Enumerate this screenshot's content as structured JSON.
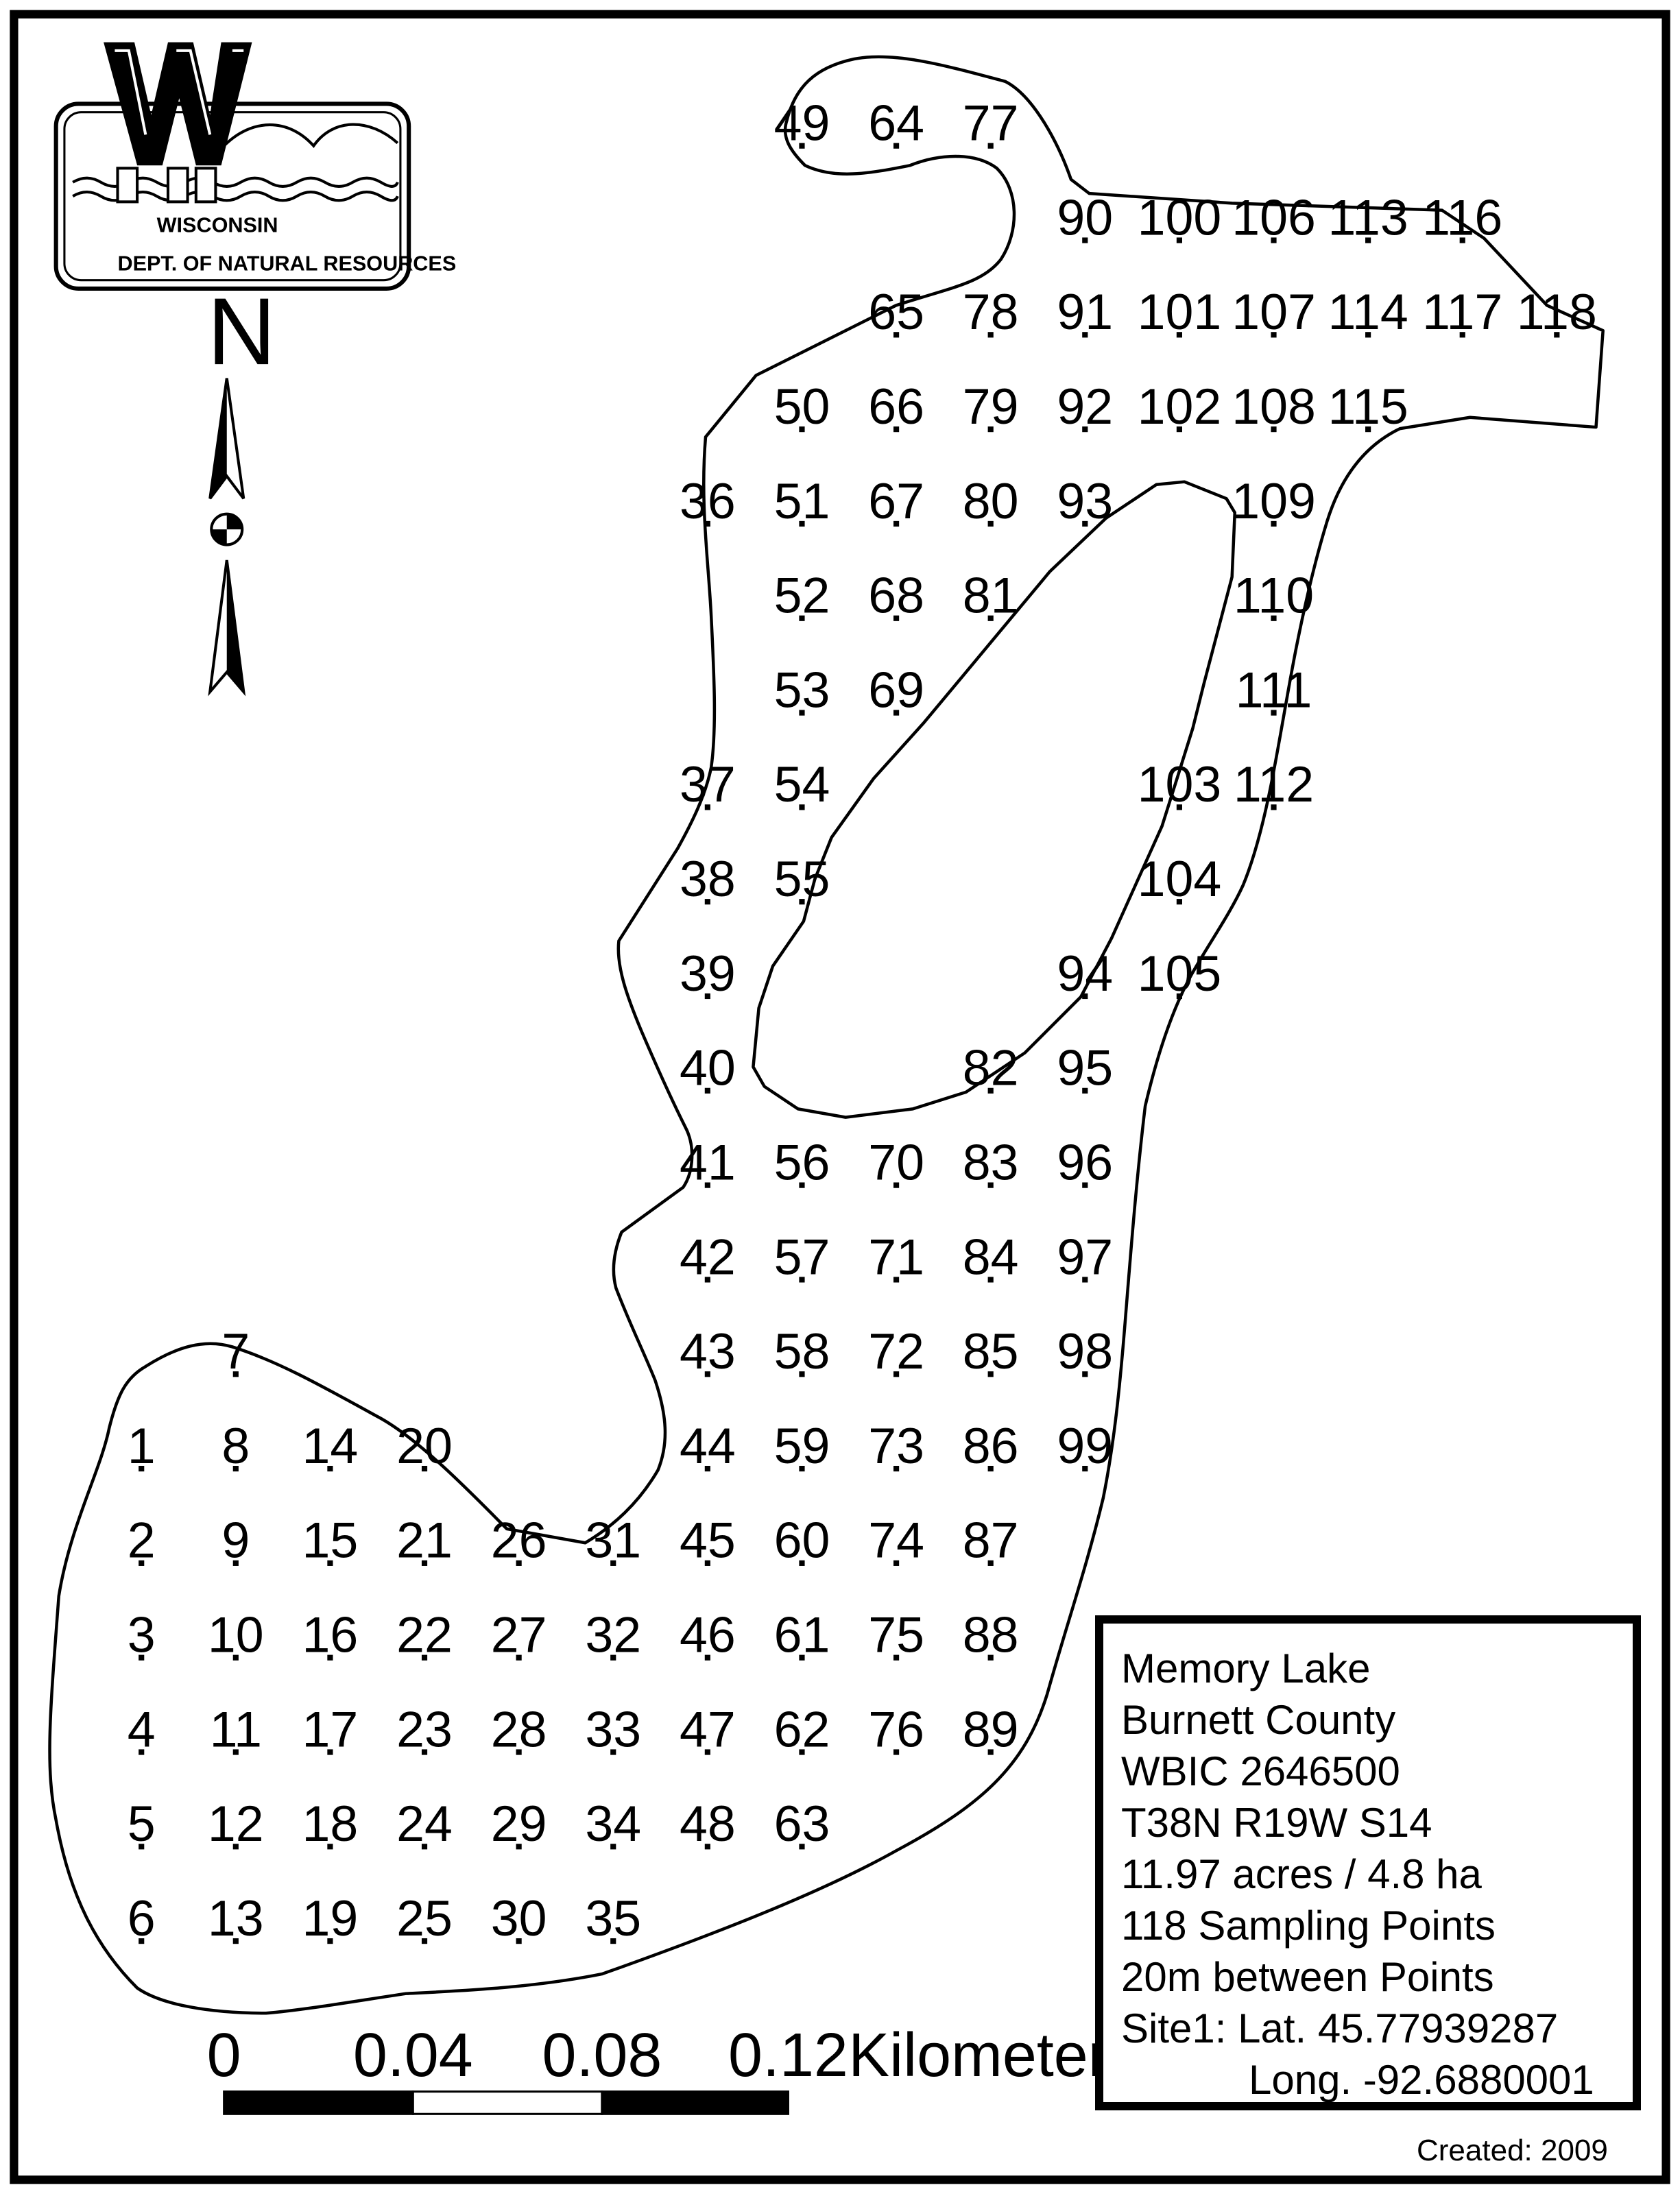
{
  "logo": {
    "line1": "WISCONSIN",
    "line2": "DEPT. OF NATURAL RESOURCES",
    "monogram": "W"
  },
  "north_arrow": {
    "label": "N",
    "icon": "north-arrow-icon"
  },
  "scale_bar": {
    "ticks": [
      "0",
      "0.04",
      "0.08",
      "0.12"
    ],
    "unit": "Kilometers"
  },
  "info": {
    "lake": "Memory Lake",
    "county": "Burnett County",
    "wbic": "WBIC 2646500",
    "location": "T38N R19W S14",
    "area": "11.97 acres / 4.8 ha",
    "points": "118 Sampling Points",
    "spacing": "20m between Points",
    "site_lat": "Site1: Lat. 45.77939287",
    "site_long": "Long. -92.6880001"
  },
  "created": "Created: 2009",
  "colors": {
    "ink": "#000000",
    "background": "#ffffff"
  },
  "sampling_points": {
    "columns": [
      {
        "col": 0,
        "points": [
          {
            "n": "1",
            "row": 14
          },
          {
            "n": "2",
            "row": 15
          },
          {
            "n": "3",
            "row": 16
          },
          {
            "n": "4",
            "row": 17
          },
          {
            "n": "5",
            "row": 18
          },
          {
            "n": "6",
            "row": 19
          }
        ]
      },
      {
        "col": 1,
        "points": [
          {
            "n": "7",
            "row": 13
          },
          {
            "n": "8",
            "row": 14
          },
          {
            "n": "9",
            "row": 15
          },
          {
            "n": "10",
            "row": 16
          },
          {
            "n": "11",
            "row": 17
          },
          {
            "n": "12",
            "row": 18
          },
          {
            "n": "13",
            "row": 19
          }
        ]
      },
      {
        "col": 2,
        "points": [
          {
            "n": "14",
            "row": 14
          },
          {
            "n": "15",
            "row": 15
          },
          {
            "n": "16",
            "row": 16
          },
          {
            "n": "17",
            "row": 17
          },
          {
            "n": "18",
            "row": 18
          },
          {
            "n": "19",
            "row": 19
          }
        ]
      },
      {
        "col": 3,
        "points": [
          {
            "n": "20",
            "row": 14
          },
          {
            "n": "21",
            "row": 15
          },
          {
            "n": "22",
            "row": 16
          },
          {
            "n": "23",
            "row": 17
          },
          {
            "n": "24",
            "row": 18
          },
          {
            "n": "25",
            "row": 19
          }
        ]
      },
      {
        "col": 4,
        "points": [
          {
            "n": "26",
            "row": 15
          },
          {
            "n": "27",
            "row": 16
          },
          {
            "n": "28",
            "row": 17
          },
          {
            "n": "29",
            "row": 18
          },
          {
            "n": "30",
            "row": 19
          }
        ]
      },
      {
        "col": 5,
        "points": [
          {
            "n": "31",
            "row": 15
          },
          {
            "n": "32",
            "row": 16
          },
          {
            "n": "33",
            "row": 17
          },
          {
            "n": "34",
            "row": 18
          },
          {
            "n": "35",
            "row": 19
          }
        ]
      },
      {
        "col": 6,
        "points": [
          {
            "n": "36",
            "row": 4
          },
          {
            "n": "37",
            "row": 7
          },
          {
            "n": "38",
            "row": 8
          },
          {
            "n": "39",
            "row": 9
          },
          {
            "n": "40",
            "row": 10
          },
          {
            "n": "41",
            "row": 11
          },
          {
            "n": "42",
            "row": 12
          },
          {
            "n": "43",
            "row": 13
          },
          {
            "n": "44",
            "row": 14
          },
          {
            "n": "45",
            "row": 15
          },
          {
            "n": "46",
            "row": 16
          },
          {
            "n": "47",
            "row": 17
          },
          {
            "n": "48",
            "row": 18
          }
        ]
      },
      {
        "col": 7,
        "points": [
          {
            "n": "49",
            "row": 0
          },
          {
            "n": "50",
            "row": 3
          },
          {
            "n": "51",
            "row": 4
          },
          {
            "n": "52",
            "row": 5
          },
          {
            "n": "53",
            "row": 6
          },
          {
            "n": "54",
            "row": 7
          },
          {
            "n": "55",
            "row": 8
          },
          {
            "n": "56",
            "row": 11
          },
          {
            "n": "57",
            "row": 12
          },
          {
            "n": "58",
            "row": 13
          },
          {
            "n": "59",
            "row": 14
          },
          {
            "n": "60",
            "row": 15
          },
          {
            "n": "61",
            "row": 16
          },
          {
            "n": "62",
            "row": 17
          },
          {
            "n": "63",
            "row": 18
          }
        ]
      },
      {
        "col": 8,
        "points": [
          {
            "n": "64",
            "row": 0
          },
          {
            "n": "65",
            "row": 2
          },
          {
            "n": "66",
            "row": 3
          },
          {
            "n": "67",
            "row": 4
          },
          {
            "n": "68",
            "row": 5
          },
          {
            "n": "69",
            "row": 6
          },
          {
            "n": "70",
            "row": 11
          },
          {
            "n": "71",
            "row": 12
          },
          {
            "n": "72",
            "row": 13
          },
          {
            "n": "73",
            "row": 14
          },
          {
            "n": "74",
            "row": 15
          },
          {
            "n": "75",
            "row": 16
          },
          {
            "n": "76",
            "row": 17
          }
        ]
      },
      {
        "col": 9,
        "points": [
          {
            "n": "77",
            "row": 0
          },
          {
            "n": "78",
            "row": 2
          },
          {
            "n": "79",
            "row": 3
          },
          {
            "n": "80",
            "row": 4
          },
          {
            "n": "81",
            "row": 5
          },
          {
            "n": "82",
            "row": 10
          },
          {
            "n": "83",
            "row": 11
          },
          {
            "n": "84",
            "row": 12
          },
          {
            "n": "85",
            "row": 13
          },
          {
            "n": "86",
            "row": 14
          },
          {
            "n": "87",
            "row": 15
          },
          {
            "n": "88",
            "row": 16
          },
          {
            "n": "89",
            "row": 17
          }
        ]
      },
      {
        "col": 10,
        "points": [
          {
            "n": "90",
            "row": 1
          },
          {
            "n": "91",
            "row": 2
          },
          {
            "n": "92",
            "row": 3
          },
          {
            "n": "93",
            "row": 4
          },
          {
            "n": "94",
            "row": 9
          },
          {
            "n": "95",
            "row": 10
          },
          {
            "n": "96",
            "row": 11
          },
          {
            "n": "97",
            "row": 12
          },
          {
            "n": "98",
            "row": 13
          },
          {
            "n": "99",
            "row": 14
          }
        ]
      },
      {
        "col": 11,
        "points": [
          {
            "n": "100",
            "row": 1
          },
          {
            "n": "101",
            "row": 2
          },
          {
            "n": "102",
            "row": 3
          },
          {
            "n": "103",
            "row": 7
          },
          {
            "n": "104",
            "row": 8
          },
          {
            "n": "105",
            "row": 9
          }
        ]
      },
      {
        "col": 12,
        "points": [
          {
            "n": "106",
            "row": 1
          },
          {
            "n": "107",
            "row": 2
          },
          {
            "n": "108",
            "row": 3
          },
          {
            "n": "109",
            "row": 4
          },
          {
            "n": "110",
            "row": 5
          },
          {
            "n": "111",
            "row": 6
          },
          {
            "n": "112",
            "row": 7
          }
        ]
      },
      {
        "col": 13,
        "points": [
          {
            "n": "113",
            "row": 1
          },
          {
            "n": "114",
            "row": 2
          },
          {
            "n": "115",
            "row": 3
          }
        ]
      },
      {
        "col": 14,
        "points": [
          {
            "n": "116",
            "row": 1
          },
          {
            "n": "117",
            "row": 2
          }
        ]
      },
      {
        "col": 15,
        "points": [
          {
            "n": "118",
            "row": 2
          }
        ]
      }
    ]
  }
}
